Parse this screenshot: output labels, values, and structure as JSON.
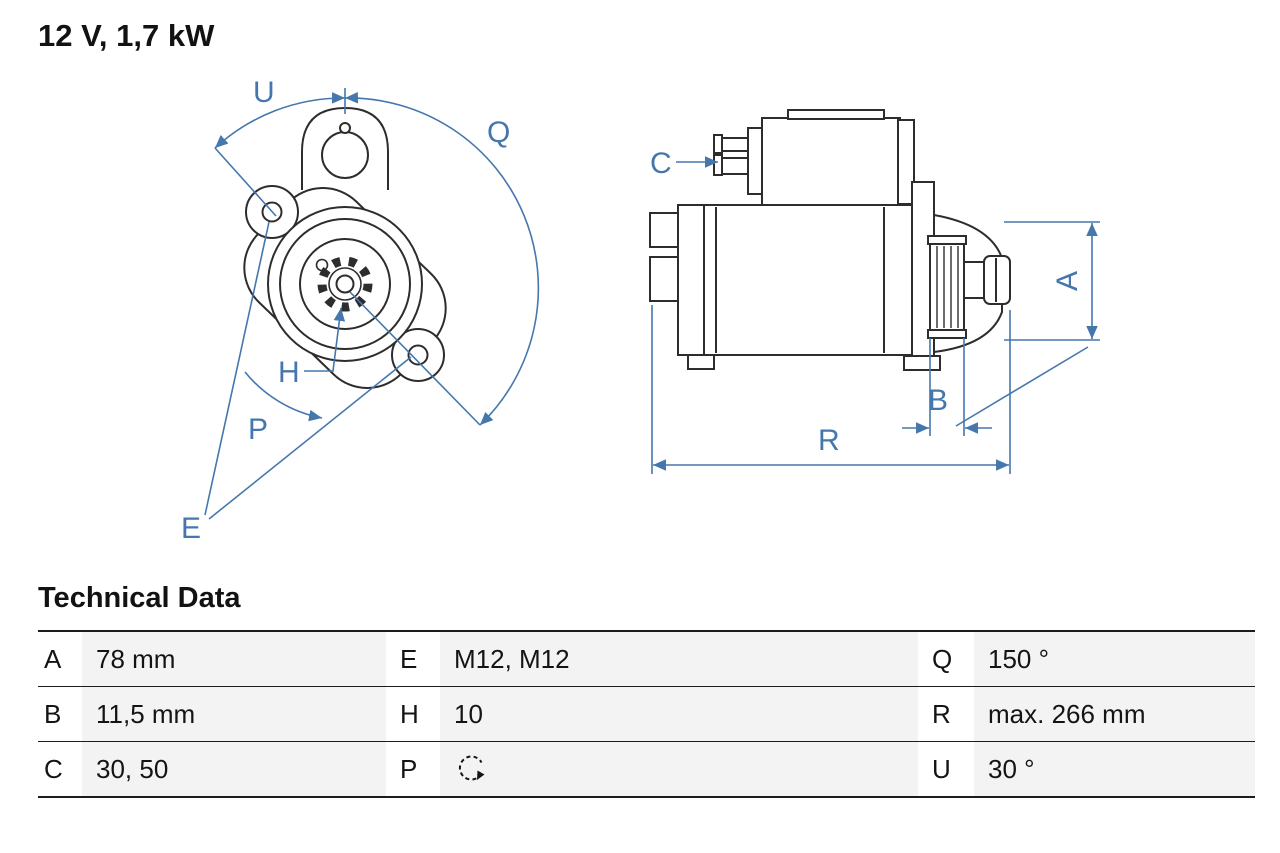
{
  "title": "12 V, 1,7 kW",
  "diagram": {
    "front_labels": {
      "U": "U",
      "Q": "Q",
      "H": "H",
      "P": "P",
      "E": "E"
    },
    "side_labels": {
      "C": "C",
      "A": "A",
      "B": "B",
      "R": "R"
    }
  },
  "technical_data": {
    "heading": "Technical Data",
    "rows": [
      {
        "cells": [
          {
            "key": "A",
            "value": "78 mm"
          },
          {
            "key": "E",
            "value": "M12, M12"
          },
          {
            "key": "Q",
            "value": "150 °"
          }
        ]
      },
      {
        "cells": [
          {
            "key": "B",
            "value": "11,5 mm"
          },
          {
            "key": "H",
            "value": "10"
          },
          {
            "key": "R",
            "value": "max. 266 mm"
          }
        ]
      },
      {
        "cells": [
          {
            "key": "C",
            "value": "30, 50"
          },
          {
            "key": "P",
            "value": "",
            "icon": "rotation-direction-icon"
          },
          {
            "key": "U",
            "value": "30 °"
          }
        ]
      }
    ]
  },
  "colors": {
    "annotation_blue": "#4577AD",
    "drawing_line": "#2D2D2D",
    "table_text": "#141414",
    "value_cell_bg": "#F3F3F3"
  }
}
